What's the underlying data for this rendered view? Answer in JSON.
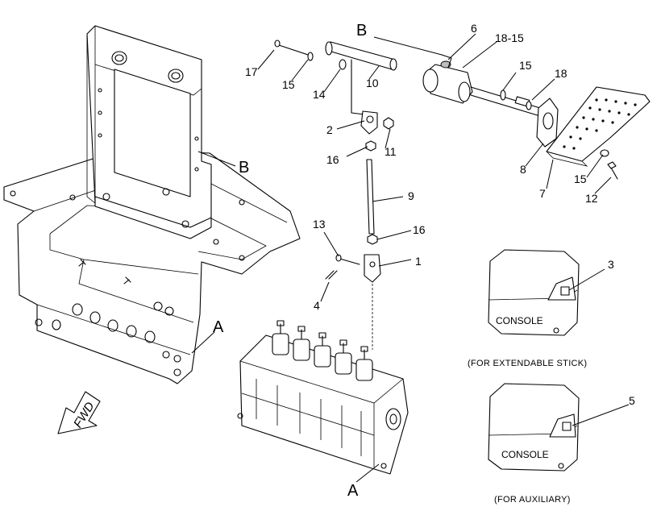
{
  "callouts": {
    "c1": "1",
    "c2": "2",
    "c3": "3",
    "c4": "4",
    "c5": "5",
    "c6": "6",
    "c7": "7",
    "c8": "8",
    "c9": "9",
    "c10": "10",
    "c11": "11",
    "c12": "12",
    "c13": "13",
    "c14": "14",
    "c15a": "15",
    "c15b": "15",
    "c15c": "15",
    "c16a": "16",
    "c16b": "16",
    "c17": "17",
    "c18": "18",
    "c1815": "18-15"
  },
  "sections": {
    "a_top": "A",
    "a_bottom": "A",
    "b_top": "B",
    "b_left": "B"
  },
  "consoles": {
    "extendable": {
      "label": "CONSOLE",
      "caption": "(FOR EXTENDABLE STICK)"
    },
    "auxiliary": {
      "label": "CONSOLE",
      "caption": "(FOR AUXILIARY)"
    }
  },
  "direction": {
    "label": "FWD"
  }
}
